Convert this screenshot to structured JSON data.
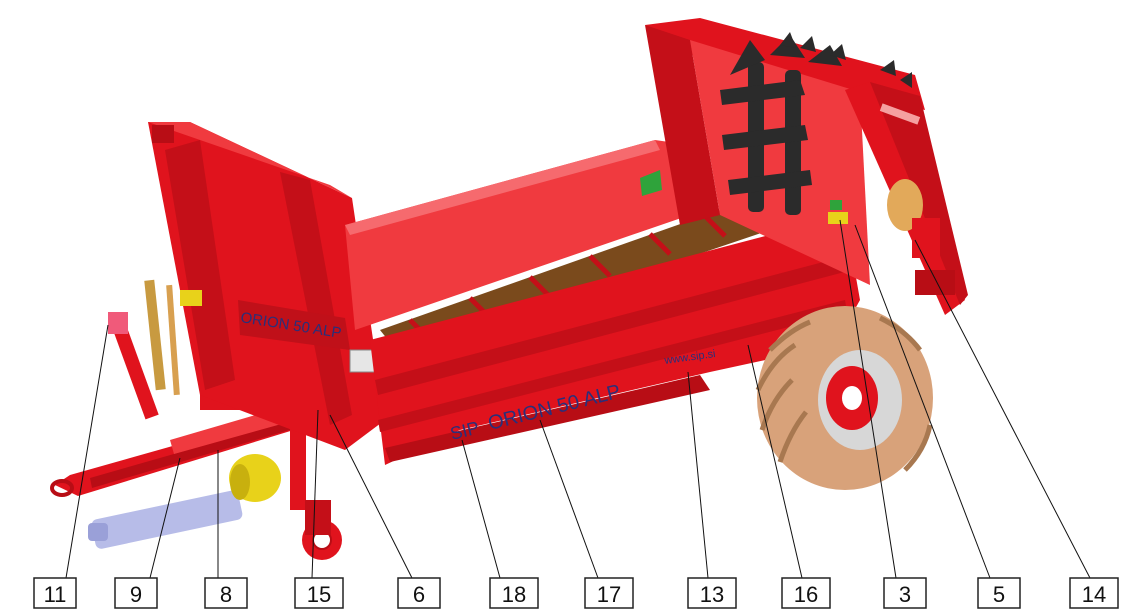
{
  "colors": {
    "body_red": "#e0131d",
    "body_dark": "#b80d15",
    "body_light": "#f03a3f",
    "floor_brown": "#7a4a1c",
    "tire": "#d8a27a",
    "rotor": "#2b2b2b",
    "green": "#2fa33b",
    "yellow": "#e8d21a",
    "shaft": "#b7bce8",
    "decal_blue": "#2a2f7a"
  },
  "decals": {
    "model_front": "ORION 50 ALP",
    "brand": "SIP",
    "model_side": "ORION 50 ALP",
    "web": "www.sip.si"
  },
  "callouts": [
    {
      "id": "11",
      "label": "11"
    },
    {
      "id": "9",
      "label": "9"
    },
    {
      "id": "8",
      "label": "8"
    },
    {
      "id": "15",
      "label": "15"
    },
    {
      "id": "6",
      "label": "6"
    },
    {
      "id": "18",
      "label": "18"
    },
    {
      "id": "17",
      "label": "17"
    },
    {
      "id": "13",
      "label": "13"
    },
    {
      "id": "16",
      "label": "16"
    },
    {
      "id": "3",
      "label": "3"
    },
    {
      "id": "5",
      "label": "5"
    },
    {
      "id": "14",
      "label": "14"
    }
  ]
}
